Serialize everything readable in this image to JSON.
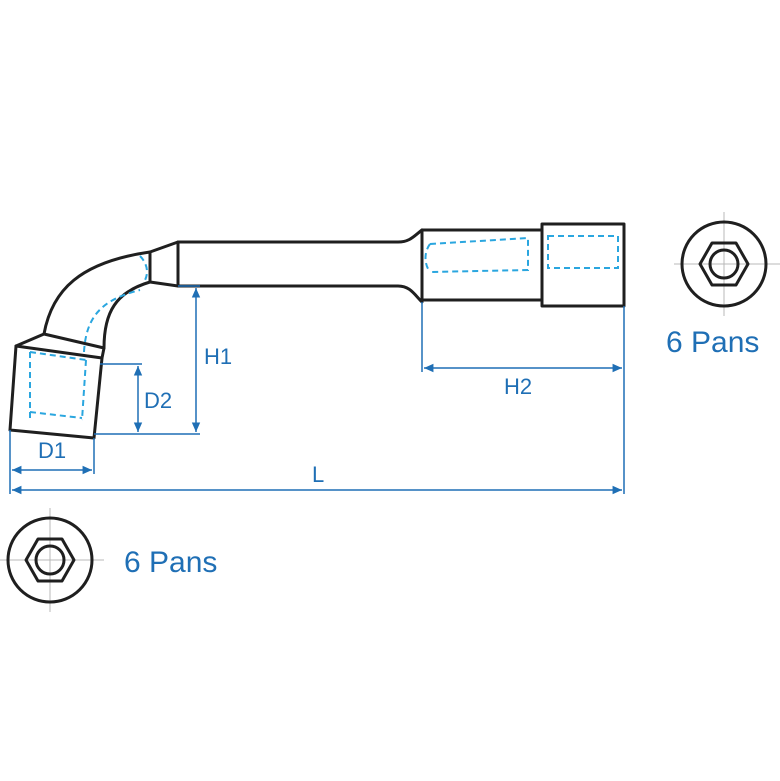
{
  "labels": {
    "d1": "D1",
    "d2": "D2",
    "h1": "H1",
    "h2": "H2",
    "l": "L",
    "pans_left": "6 Pans",
    "pans_right": "6 Pans"
  },
  "colors": {
    "outline": "#1f1f1f",
    "dimension": "#1f6fb5",
    "hidden": "#2aa6df"
  }
}
